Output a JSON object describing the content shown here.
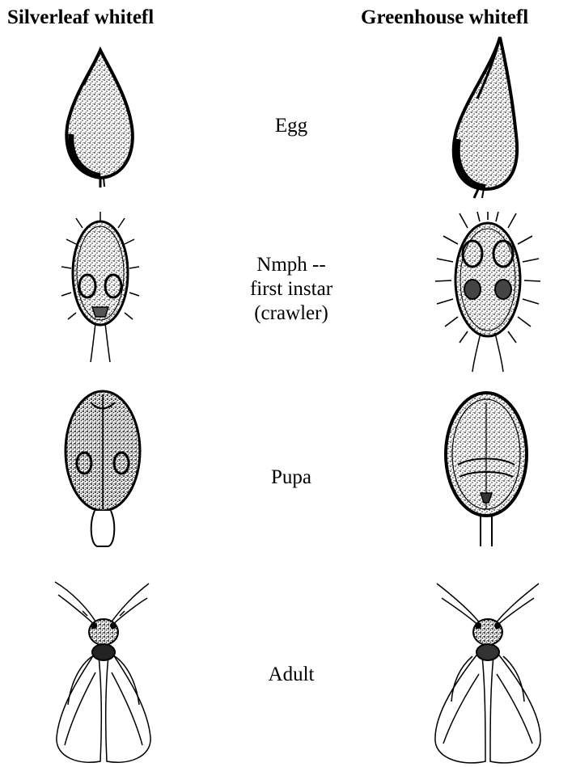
{
  "headers": {
    "left": "Silverleaf whitefl",
    "right": "Greenhouse whitefl"
  },
  "stages": [
    {
      "id": "egg",
      "label_lines": [
        "Egg"
      ]
    },
    {
      "id": "nymph",
      "label_lines": [
        "Nmph --",
        "first instar",
        "(crawler)"
      ]
    },
    {
      "id": "pupa",
      "label_lines": [
        "Pupa"
      ]
    },
    {
      "id": "adult",
      "label_lines": [
        "Adult"
      ]
    }
  ],
  "colors": {
    "ink": "#000000",
    "stipple": "#333333",
    "paper": "#ffffff"
  },
  "icons": {
    "egg": "egg-icon",
    "nymph": "nymph-icon",
    "pupa": "pupa-icon",
    "adult": "adult-whitefly-icon"
  }
}
